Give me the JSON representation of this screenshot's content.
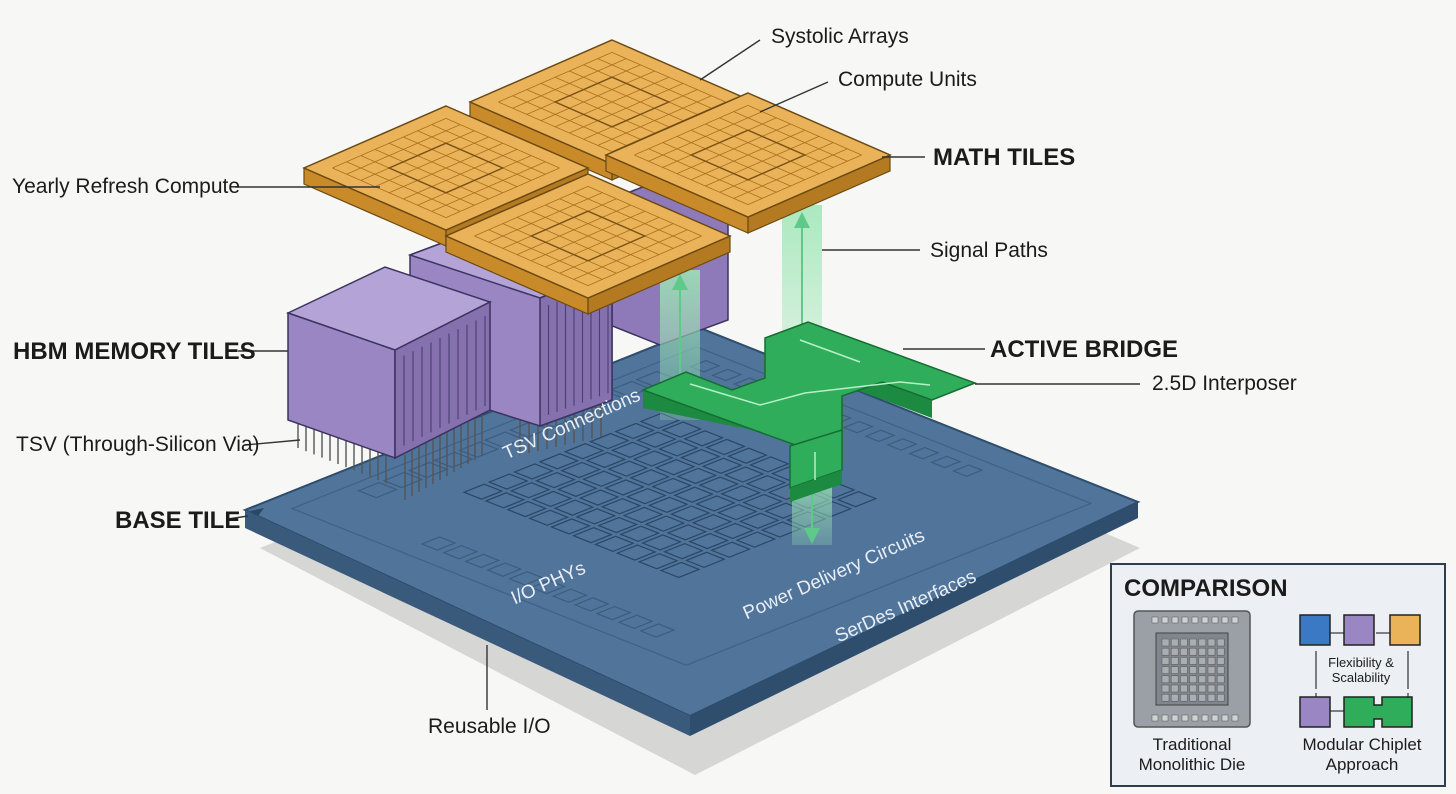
{
  "labels": {
    "systolic_arrays": "Systolic Arrays",
    "compute_units": "Compute Units",
    "math_tiles": "MATH TILES",
    "yearly_refresh": "Yearly Refresh Compute",
    "signal_paths": "Signal Paths",
    "hbm_memory_tiles": "HBM MEMORY TILES",
    "active_bridge": "ACTIVE BRIDGE",
    "interposer": "2.5D Interposer",
    "tsv": "TSV (Through-Silicon Via)",
    "base_tile": "BASE TILE",
    "reusable_io": "Reusable I/O"
  },
  "chip_labels": {
    "tsv_connections": "TSV Connections",
    "io_phys": "I/O PHYs",
    "power_delivery": "Power Delivery Circuits",
    "serdes": "SerDes Interfaces"
  },
  "comparison": {
    "title": "COMPARISON",
    "traditional": "Traditional\nMonolithic Die",
    "flexibility": "Flexibility &\nScalability",
    "modular": "Modular Chiplet\nApproach"
  },
  "colors": {
    "background": "#f7f7f6",
    "base_tile": "#4f7398",
    "math_tile": "#eab35a",
    "hbm_tile": "#9a86c2",
    "active_bridge": "#2fad5a",
    "signal_path": "#8fdca8",
    "blue_block": "#3b79c5"
  }
}
